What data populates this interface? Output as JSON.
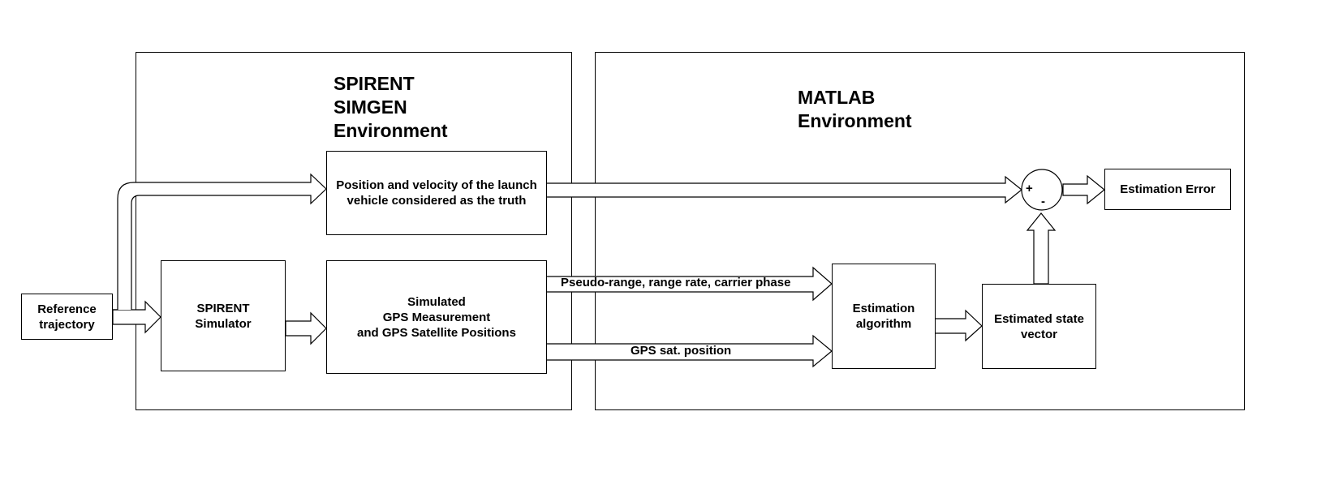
{
  "environments": {
    "spirent": {
      "title": "SPIRENT\nSIMGEN\nEnvironment"
    },
    "matlab": {
      "title": "MATLAB\nEnvironment"
    }
  },
  "blocks": {
    "reference_trajectory": "Reference\ntrajectory",
    "spirent_simulator": "SPIRENT\nSimulator",
    "truth": "Position and velocity of the launch\nvehicle considered as the truth",
    "simulated_gps": "Simulated\nGPS Measurement\nand GPS Satellite Positions",
    "estimation_algorithm": "Estimation\nalgorithm",
    "estimated_state": "Estimated state\nvector",
    "estimation_error": "Estimation Error"
  },
  "flows": {
    "pseudo_range": "Pseudo-range, range rate, carrier phase",
    "gps_sat_position": "GPS sat. position"
  },
  "summing_junction": {
    "plus": "+",
    "minus": "-"
  }
}
